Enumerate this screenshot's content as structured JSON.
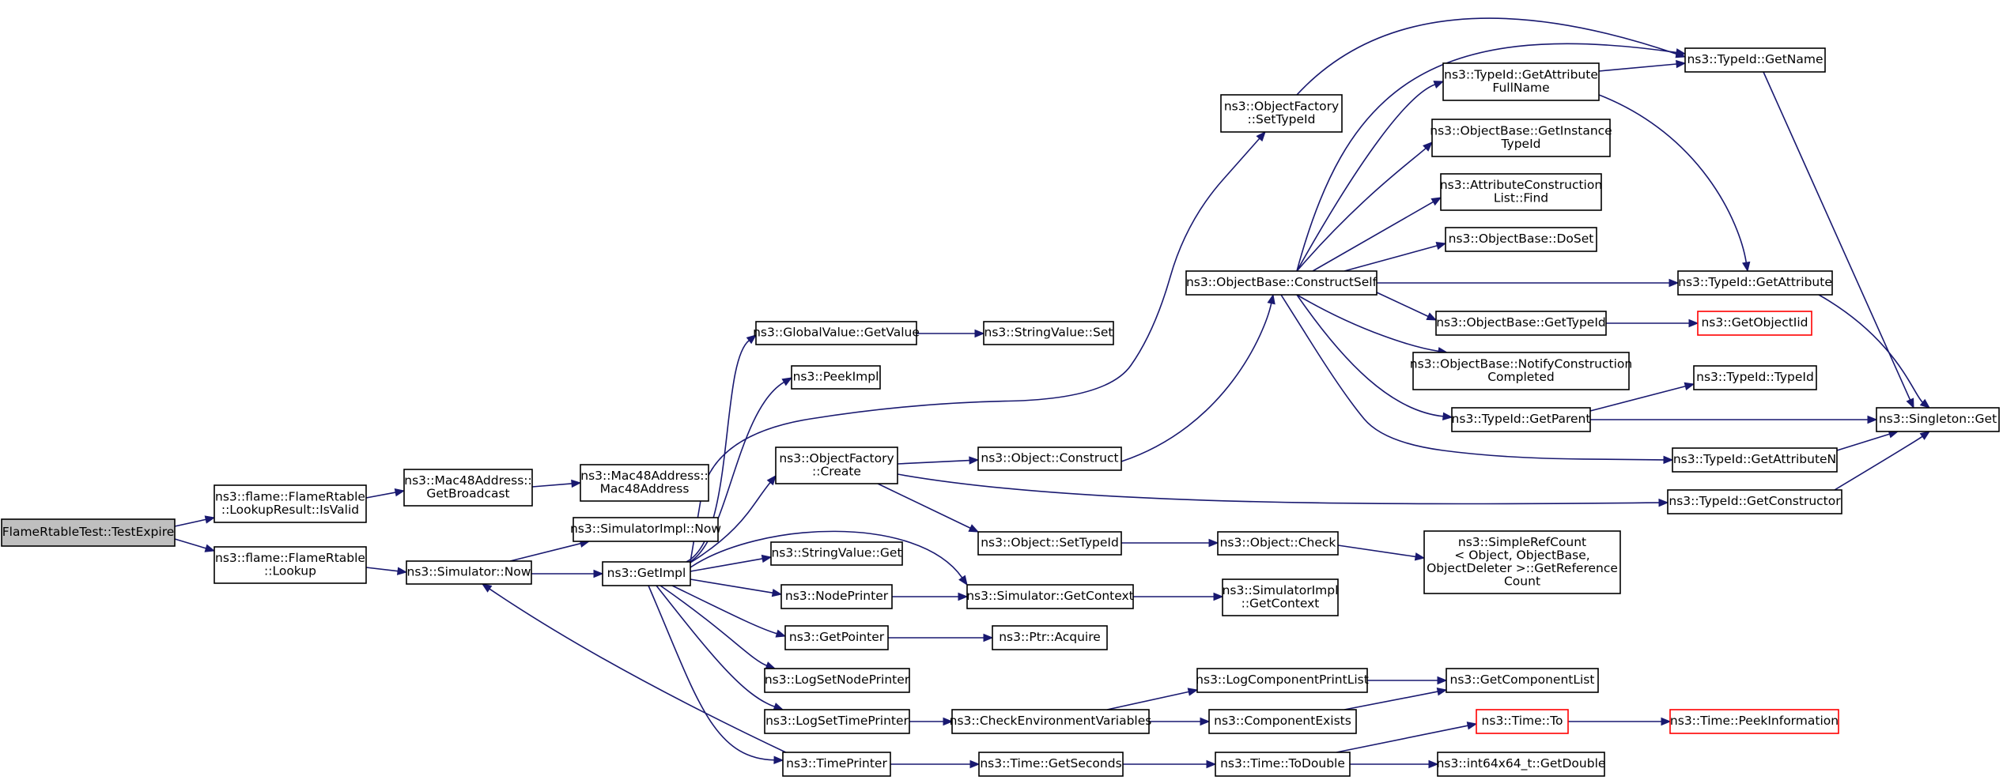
{
  "graph": {
    "nodes": [
      {
        "id": "root",
        "lines": [
          "FlameRtableTest::TestExpire"
        ],
        "style": "root"
      },
      {
        "id": "isvalid",
        "lines": [
          "ns3::flame::FlameRtable",
          "::LookupResult::IsValid"
        ]
      },
      {
        "id": "lookup",
        "lines": [
          "ns3::flame::FlameRtable",
          "::Lookup"
        ]
      },
      {
        "id": "getbroadcast",
        "lines": [
          "ns3::Mac48Address::",
          "GetBroadcast"
        ]
      },
      {
        "id": "mac48ctor",
        "lines": [
          "ns3::Mac48Address::",
          "Mac48Address"
        ]
      },
      {
        "id": "simnow",
        "lines": [
          "ns3::Simulator::Now"
        ]
      },
      {
        "id": "simimplnow",
        "lines": [
          "ns3::SimulatorImpl::Now"
        ]
      },
      {
        "id": "getimpl",
        "lines": [
          "ns3::GetImpl"
        ]
      },
      {
        "id": "gvgetvalue",
        "lines": [
          "ns3::GlobalValue::GetValue"
        ]
      },
      {
        "id": "strset",
        "lines": [
          "ns3::StringValue::Set"
        ]
      },
      {
        "id": "peekimpl",
        "lines": [
          "ns3::PeekImpl"
        ]
      },
      {
        "id": "ofcreate",
        "lines": [
          "ns3::ObjectFactory",
          "::Create"
        ]
      },
      {
        "id": "objconstruct",
        "lines": [
          "ns3::Object::Construct"
        ]
      },
      {
        "id": "objsettypeid",
        "lines": [
          "ns3::Object::SetTypeId"
        ]
      },
      {
        "id": "objcheck",
        "lines": [
          "ns3::Object::Check"
        ]
      },
      {
        "id": "simplerefcount",
        "lines": [
          "ns3::SimpleRefCount",
          "< Object, ObjectBase,",
          "ObjectDeleter >::GetReference",
          "Count"
        ]
      },
      {
        "id": "strget",
        "lines": [
          "ns3::StringValue::Get"
        ]
      },
      {
        "id": "nodeprinter",
        "lines": [
          "ns3::NodePrinter"
        ]
      },
      {
        "id": "simgetcontext",
        "lines": [
          "ns3::Simulator::GetContext"
        ]
      },
      {
        "id": "simimplgetcontext",
        "lines": [
          "ns3::SimulatorImpl",
          "::GetContext"
        ]
      },
      {
        "id": "getpointer",
        "lines": [
          "ns3::GetPointer"
        ]
      },
      {
        "id": "ptracquire",
        "lines": [
          "ns3::Ptr::Acquire"
        ]
      },
      {
        "id": "logsetnodeprinter",
        "lines": [
          "ns3::LogSetNodePrinter"
        ]
      },
      {
        "id": "logsettimeprinter",
        "lines": [
          "ns3::LogSetTimePrinter"
        ]
      },
      {
        "id": "checkenv",
        "lines": [
          "ns3::CheckEnvironmentVariables"
        ]
      },
      {
        "id": "logcompprintlist",
        "lines": [
          "ns3::LogComponentPrintList"
        ]
      },
      {
        "id": "compexists",
        "lines": [
          "ns3::ComponentExists"
        ]
      },
      {
        "id": "getcomplist",
        "lines": [
          "ns3::GetComponentList"
        ]
      },
      {
        "id": "timeprinter",
        "lines": [
          "ns3::TimePrinter"
        ]
      },
      {
        "id": "timegetseconds",
        "lines": [
          "ns3::Time::GetSeconds"
        ]
      },
      {
        "id": "timetodouble",
        "lines": [
          "ns3::Time::ToDouble"
        ]
      },
      {
        "id": "timeto",
        "lines": [
          "ns3::Time::To"
        ],
        "style": "red"
      },
      {
        "id": "timepeekinfo",
        "lines": [
          "ns3::Time::PeekInformation"
        ],
        "style": "red"
      },
      {
        "id": "int64getdouble",
        "lines": [
          "ns3::int64x64_t::GetDouble"
        ]
      },
      {
        "id": "ofsettypeid",
        "lines": [
          "ns3::ObjectFactory",
          "::SetTypeId"
        ]
      },
      {
        "id": "obconstructself",
        "lines": [
          "ns3::ObjectBase::ConstructSelf"
        ]
      },
      {
        "id": "tidgetattrfullname",
        "lines": [
          "ns3::TypeId::GetAttribute",
          "FullName"
        ]
      },
      {
        "id": "obgetinstancetypeid",
        "lines": [
          "ns3::ObjectBase::GetInstance",
          "TypeId"
        ]
      },
      {
        "id": "attrconstrfind",
        "lines": [
          "ns3::AttributeConstruction",
          "List::Find"
        ]
      },
      {
        "id": "obdoset",
        "lines": [
          "ns3::ObjectBase::DoSet"
        ]
      },
      {
        "id": "obgettypeid",
        "lines": [
          "ns3::ObjectBase::GetTypeId"
        ]
      },
      {
        "id": "getobjectiid",
        "lines": [
          "ns3::GetObjectIid"
        ],
        "style": "red"
      },
      {
        "id": "obnotify",
        "lines": [
          "ns3::ObjectBase::NotifyConstruction",
          "Completed"
        ]
      },
      {
        "id": "tidgetparent",
        "lines": [
          "ns3::TypeId::GetParent"
        ]
      },
      {
        "id": "tidtypeid",
        "lines": [
          "ns3::TypeId::TypeId"
        ]
      },
      {
        "id": "tidgetname",
        "lines": [
          "ns3::TypeId::GetName"
        ]
      },
      {
        "id": "tidgetattribute",
        "lines": [
          "ns3::TypeId::GetAttribute"
        ]
      },
      {
        "id": "tidgetattributen",
        "lines": [
          "ns3::TypeId::GetAttributeN"
        ]
      },
      {
        "id": "tidgetconstructor",
        "lines": [
          "ns3::TypeId::GetConstructor"
        ]
      },
      {
        "id": "singletonget",
        "lines": [
          "ns3::Singleton::Get"
        ]
      }
    ],
    "edges": [
      [
        "root",
        "isvalid"
      ],
      [
        "root",
        "lookup"
      ],
      [
        "isvalid",
        "getbroadcast"
      ],
      [
        "getbroadcast",
        "mac48ctor"
      ],
      [
        "lookup",
        "simnow"
      ],
      [
        "simnow",
        "simimplnow"
      ],
      [
        "simnow",
        "getimpl"
      ],
      [
        "getimpl",
        "gvgetvalue"
      ],
      [
        "gvgetvalue",
        "strset"
      ],
      [
        "getimpl",
        "peekimpl"
      ],
      [
        "getimpl",
        "ofcreate"
      ],
      [
        "getimpl",
        "ofsettypeid"
      ],
      [
        "getimpl",
        "strget"
      ],
      [
        "getimpl",
        "nodeprinter"
      ],
      [
        "getimpl",
        "simgetcontext"
      ],
      [
        "getimpl",
        "getpointer"
      ],
      [
        "getimpl",
        "logsetnodeprinter"
      ],
      [
        "getimpl",
        "logsettimeprinter"
      ],
      [
        "getimpl",
        "timeprinter"
      ],
      [
        "ofcreate",
        "objconstruct"
      ],
      [
        "ofcreate",
        "objsettypeid"
      ],
      [
        "ofcreate",
        "tidgetconstructor"
      ],
      [
        "objconstruct",
        "obconstructself"
      ],
      [
        "objsettypeid",
        "objcheck"
      ],
      [
        "objcheck",
        "simplerefcount"
      ],
      [
        "nodeprinter",
        "simgetcontext"
      ],
      [
        "simgetcontext",
        "simimplgetcontext"
      ],
      [
        "getpointer",
        "ptracquire"
      ],
      [
        "logsettimeprinter",
        "checkenv"
      ],
      [
        "checkenv",
        "logcompprintlist"
      ],
      [
        "checkenv",
        "compexists"
      ],
      [
        "logcompprintlist",
        "getcomplist"
      ],
      [
        "compexists",
        "getcomplist"
      ],
      [
        "timeprinter",
        "simnow"
      ],
      [
        "timeprinter",
        "timegetseconds"
      ],
      [
        "timegetseconds",
        "timetodouble"
      ],
      [
        "timetodouble",
        "timeto"
      ],
      [
        "timetodouble",
        "int64getdouble"
      ],
      [
        "timeto",
        "timepeekinfo"
      ],
      [
        "ofsettypeid",
        "tidgetname"
      ],
      [
        "obconstructself",
        "tidgetname"
      ],
      [
        "obconstructself",
        "tidgetattrfullname"
      ],
      [
        "obconstructself",
        "obgetinstancetypeid"
      ],
      [
        "obconstructself",
        "attrconstrfind"
      ],
      [
        "obconstructself",
        "obdoset"
      ],
      [
        "obconstructself",
        "tidgetattribute"
      ],
      [
        "obconstructself",
        "obgettypeid"
      ],
      [
        "obconstructself",
        "obnotify"
      ],
      [
        "obconstructself",
        "tidgetparent"
      ],
      [
        "obconstructself",
        "tidgetattributen"
      ],
      [
        "tidgetattrfullname",
        "tidgetname"
      ],
      [
        "tidgetattrfullname",
        "tidgetattribute"
      ],
      [
        "obgettypeid",
        "getobjectiid"
      ],
      [
        "tidgetparent",
        "tidtypeid"
      ],
      [
        "tidgetparent",
        "singletonget"
      ],
      [
        "tidgetname",
        "singletonget"
      ],
      [
        "tidgetattribute",
        "singletonget"
      ],
      [
        "tidgetattributen",
        "singletonget"
      ],
      [
        "tidgetconstructor",
        "singletonget"
      ]
    ]
  }
}
